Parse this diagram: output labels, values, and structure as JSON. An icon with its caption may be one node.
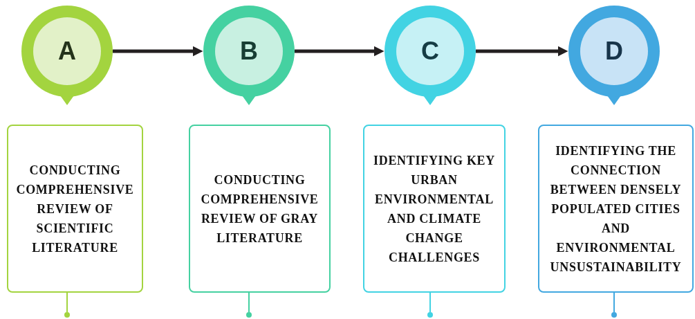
{
  "diagram": {
    "nodes": [
      {
        "text": [
          "A"
        ]
      },
      {
        "text": [
          "B"
        ]
      },
      {
        "text": [
          "C"
        ]
      },
      {
        "text": [
          "D"
        ]
      },
      {
        "text": [
          "CONDUCTING COMPREHENSIVE REVIEW OF SCIENTIFIC LITERATURE"
        ]
      },
      {
        "text": [
          "CONDUCTING COMPREHENSIVE REVIEW OF GRAY LITERATURE"
        ]
      },
      {
        "text": [
          "IDENTIFYING KEY URBAN ENVIRONMENTAL AND CLIMATE CHANGE CHALLENGES"
        ]
      },
      {
        "text": [
          "IDENTIFYING THE CONNECTION BETWEEN DENSELY POPULATED CITIES AND ENVIRONMENTAL UNSUSTAINABILITY"
        ]
      },
      {
        "text": [],
        "shape": "circle"
      },
      {
        "text": [],
        "shape": "circle"
      },
      {
        "text": [],
        "shape": "circle"
      },
      {
        "text": [],
        "shape": "circle"
      }
    ],
    "edges": [
      {
        "from": 0,
        "to": 1,
        "arrow": "to",
        "style": "thick"
      },
      {
        "from": 1,
        "to": 2,
        "arrow": "to",
        "style": "thick"
      },
      {
        "from": 2,
        "to": 3,
        "arrow": "to",
        "style": "thick"
      },
      {
        "from": 4,
        "to": 8,
        "arrow": "none",
        "color": "#a3d43f"
      },
      {
        "from": 5,
        "to": 9,
        "arrow": "none",
        "color": "#45d1a1"
      },
      {
        "from": 6,
        "to": 10,
        "arrow": "none",
        "color": "#42d3e3"
      },
      {
        "from": 7,
        "to": 11,
        "arrow": "none",
        "color": "#42a8e0"
      }
    ]
  }
}
